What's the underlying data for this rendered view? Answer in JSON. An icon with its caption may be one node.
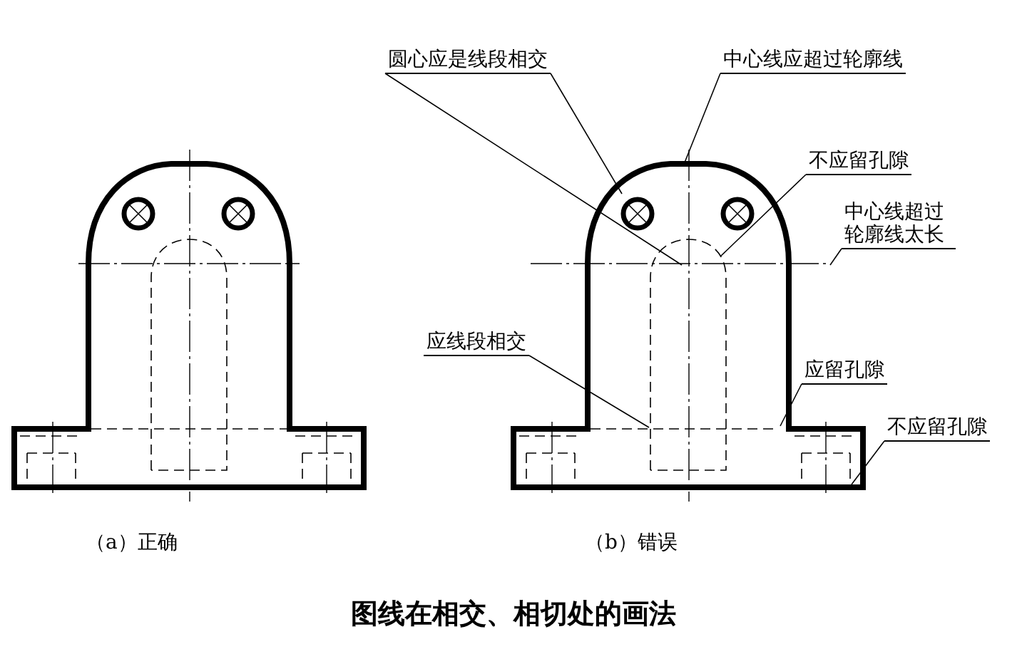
{
  "diagram": {
    "caption": "图线在相交、相切处的画法",
    "nodes": [
      {
        "text": [
          "圆心应是线段相交"
        ]
      },
      {
        "text": [
          "中心线应超过轮廓线"
        ]
      },
      {
        "text": [
          "不应留孔隙"
        ]
      },
      {
        "text": [
          "中心线超过轮廓线太长"
        ]
      },
      {
        "text": [
          "应线段相交"
        ]
      },
      {
        "text": [
          "应留孔隙"
        ]
      },
      {
        "text": [
          "不应留孔隙"
        ]
      }
    ],
    "edges": [
      {
        "from": 0,
        "to": null,
        "arrow": "none"
      },
      {
        "from": 0,
        "to": null,
        "arrow": "none"
      },
      {
        "from": 1,
        "to": null,
        "arrow": "none"
      },
      {
        "from": 2,
        "to": null,
        "arrow": "none"
      },
      {
        "from": 3,
        "to": null,
        "arrow": "none"
      },
      {
        "from": 4,
        "to": null,
        "arrow": "none"
      },
      {
        "from": 5,
        "to": null,
        "arrow": "none"
      },
      {
        "from": 6,
        "to": null,
        "arrow": "none"
      }
    ],
    "labels": [
      "（a）正确",
      "（b）错误"
    ]
  }
}
